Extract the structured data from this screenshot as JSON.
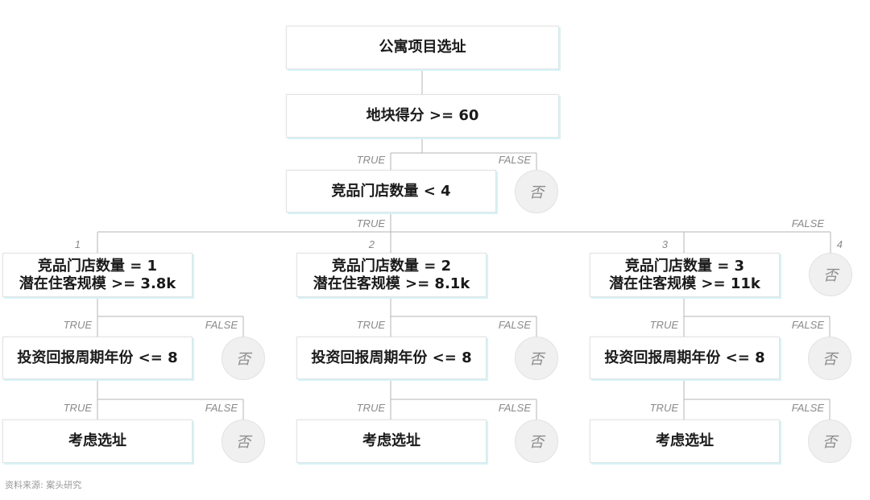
{
  "root": "公寓项目选址",
  "level1": "地块得分 >= 60",
  "level2": "竞品门店数量 < 4",
  "labels": {
    "true": "TRUE",
    "false": "FALSE",
    "no": "否"
  },
  "branch_numbers": [
    "1",
    "2",
    "3",
    "4"
  ],
  "branches": [
    {
      "line1": "竞品门店数量 = 1",
      "line2": "潜在住客规模 >=  3.8k",
      "check": "投资回报周期年份 <= 8",
      "result": "考虑选址"
    },
    {
      "line1": "竞品门店数量 = 2",
      "line2": "潜在住客规模 >= 8.1k",
      "check": "投资回报周期年份 <= 8",
      "result": "考虑选址"
    },
    {
      "line1": "竞品门店数量 = 3",
      "line2": "潜在住客规模 >= 11k",
      "check": "投资回报周期年份 <= 8",
      "result": "考虑选址"
    }
  ],
  "source": "资料来源:  案头研究",
  "colors": {
    "line": "#b4b4b4",
    "node_border": "#e3e3e3",
    "node_shadow": "#d5f3f8",
    "no_circle": "#f0f0f0"
  }
}
